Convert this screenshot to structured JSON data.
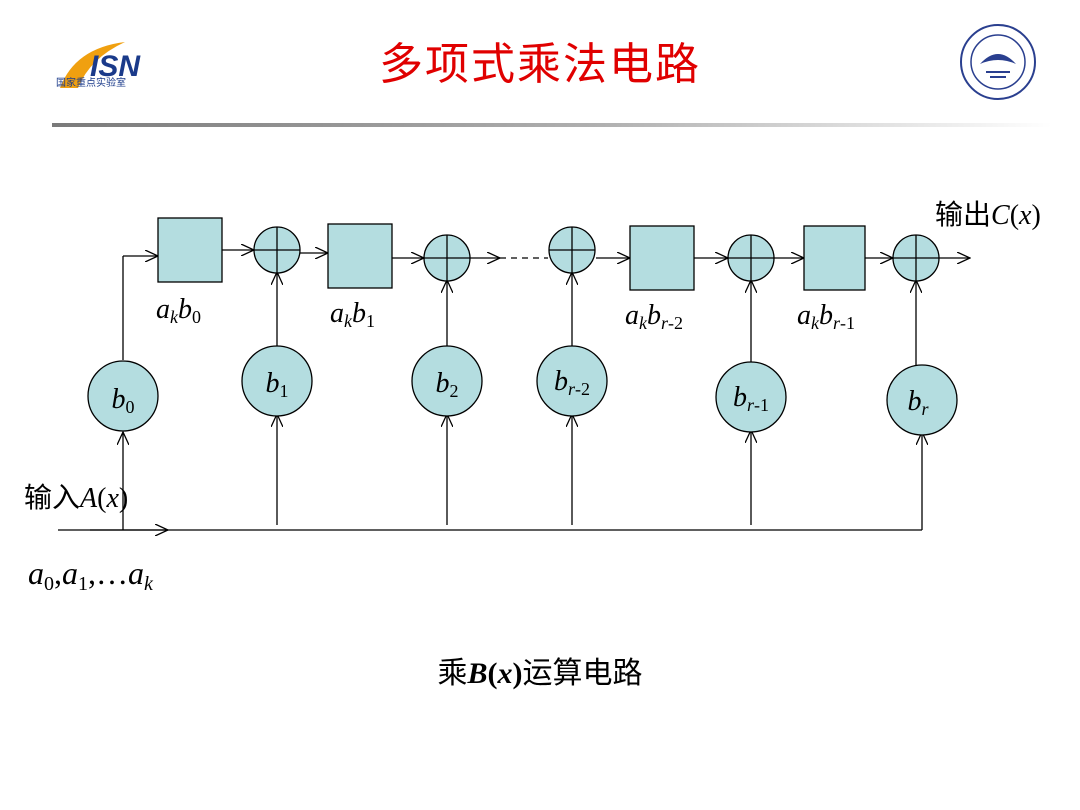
{
  "header": {
    "title": "多项式乘法电路",
    "logo_text": "国家重点实验室",
    "logo_letters": "ISN"
  },
  "colors": {
    "title": "#e00000",
    "node_fill": "#b4dde0",
    "line": "#000000"
  },
  "diagram": {
    "output_label": "输出",
    "output_func": "C(x)",
    "input_label": "输入",
    "input_func": "A(x)",
    "input_sequence": [
      "a0",
      "a1",
      "…",
      "ak"
    ],
    "registers": [
      "akb0",
      "akb1",
      "akbr-2",
      "akbr-1"
    ],
    "coefficients": [
      "b0",
      "b1",
      "b2",
      "br-2",
      "br-1",
      "br"
    ]
  },
  "caption": {
    "prefix": "乘",
    "func": "B(x)",
    "suffix": "运算电路"
  }
}
